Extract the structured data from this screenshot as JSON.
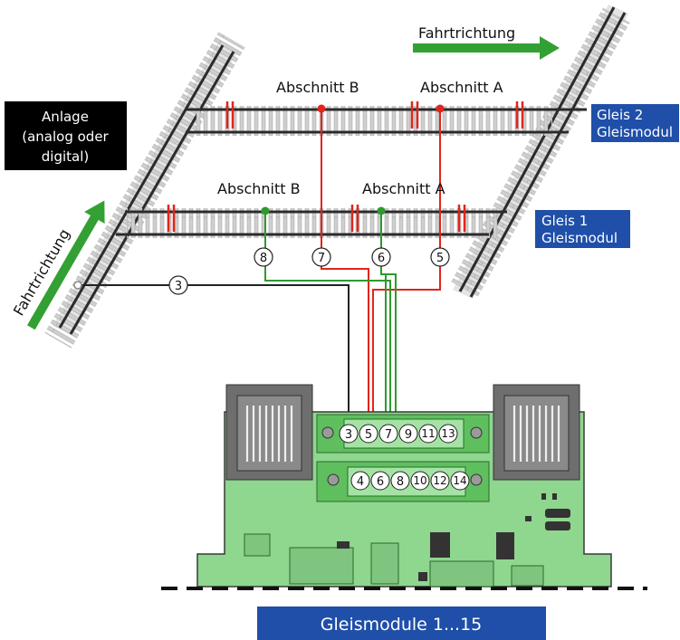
{
  "labels": {
    "fahrtrichtung_top": "Fahrtrichtung",
    "fahrtrichtung_left": "Fahrtrichtung",
    "abschnitt_b_top": "Abschnitt B",
    "abschnitt_a_top": "Abschnitt A",
    "abschnitt_b_bottom": "Abschnitt B",
    "abschnitt_a_bottom": "Abschnitt A"
  },
  "anlage": {
    "line1": "Anlage",
    "line2": "(analog oder",
    "line3": "digital)"
  },
  "gleis2": {
    "line1": "Gleis 2",
    "line2": "Gleismodul"
  },
  "gleis1": {
    "line1": "Gleis 1",
    "line2": "Gleismodul"
  },
  "footer": "Gleismodule 1...15",
  "wire_markers": {
    "m8": "8",
    "m7": "7",
    "m6": "6",
    "m5": "5",
    "m3": "3"
  },
  "terminals": {
    "top": [
      "3",
      "5",
      "7",
      "9",
      "11",
      "13"
    ],
    "bottom": [
      "4",
      "6",
      "8",
      "10",
      "12",
      "14"
    ]
  },
  "colors": {
    "rail": "#2b2b2b",
    "sleeper": "#c8c8c8",
    "wire_red": "#e0251b",
    "wire_green": "#2e9a2e",
    "board": "#9ad89a",
    "board_dark": "#5fbf5f",
    "label_bg": "#1f4fa8",
    "arrow_green": "#33a033"
  }
}
